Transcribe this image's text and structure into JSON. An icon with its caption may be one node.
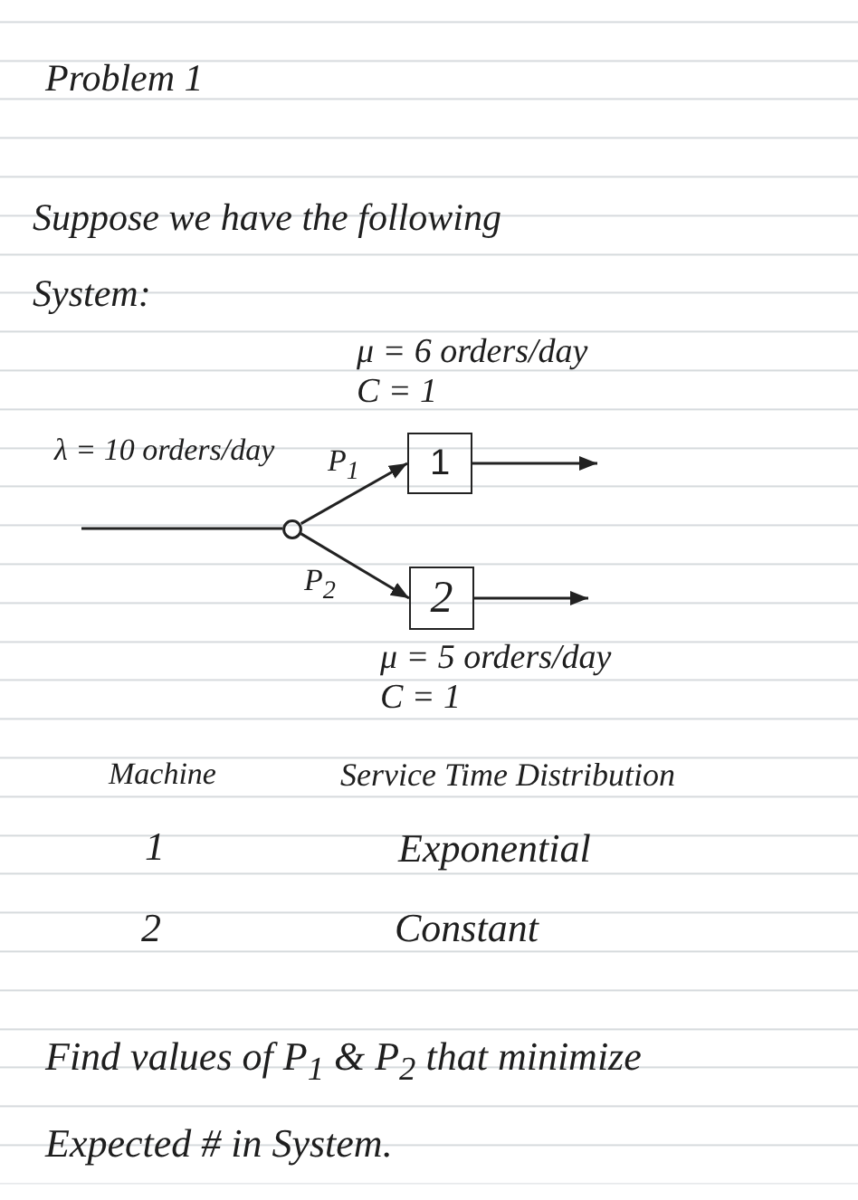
{
  "diagram": {
    "title": "Problem 1",
    "nodes": [
      {
        "text": [],
        "shape": "circle"
      },
      {
        "text": [
          "1"
        ],
        "beside": [
          "μ = 6 orders/day",
          "C = 1"
        ]
      },
      {
        "text": [
          "2"
        ],
        "beside": [
          "μ = 5 orders/day",
          "C = 1"
        ]
      }
    ],
    "edges": [
      {
        "from": null,
        "to": 0,
        "arrow": "none",
        "label": "λ = 10 orders/day"
      },
      {
        "from": 0,
        "to": 1,
        "arrow": "to",
        "label": "P$_{1}$"
      },
      {
        "from": 0,
        "to": 2,
        "arrow": "to",
        "label": "P$_{2}$"
      },
      {
        "from": 1,
        "to": null,
        "arrow": "to"
      },
      {
        "from": 2,
        "to": null,
        "arrow": "to"
      }
    ],
    "labels": [
      "Suppose we have the following System:",
      "Machine",
      "Service Time Distribution",
      "1",
      "Exponential",
      "2",
      "Constant",
      "Find values of P$_{1}$ & P$_{2}$ that minimize Expected # in System."
    ]
  }
}
